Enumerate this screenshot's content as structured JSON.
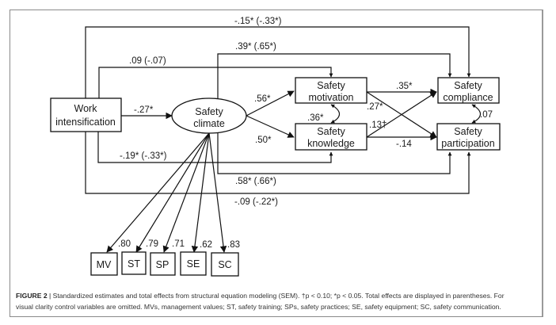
{
  "figure": {
    "nodes": {
      "work_intensification": [
        "Work",
        "intensification"
      ],
      "safety_climate": [
        "Safety",
        "climate"
      ],
      "safety_motivation": [
        "Safety",
        "motivation"
      ],
      "safety_knowledge": [
        "Safety",
        "knowledge"
      ],
      "safety_compliance": [
        "Safety",
        "compliance"
      ],
      "safety_participation": [
        "Safety",
        "participation"
      ],
      "indicators": [
        "MV",
        "ST",
        "SP",
        "SE",
        "SC"
      ]
    },
    "paths": {
      "wi_to_compliance": "-.15* (-.33*)",
      "climate_to_compliance": ".39* (.65*)",
      "wi_to_motivation": ".09 (-.07)",
      "wi_to_climate": "-.27*",
      "climate_to_motivation": ".56*",
      "climate_to_knowledge": ".50*",
      "wi_to_knowledge": "-.19* (-.33*)",
      "climate_to_participation": ".58* (.66*)",
      "wi_to_participation": "-.09 (-.22*)",
      "motivation_to_compliance": ".35*",
      "motivation_to_participation": ".27*",
      "knowledge_to_compliance": ".13†",
      "knowledge_to_participation": "-.14",
      "motivation_knowledge_cov": ".36*",
      "compliance_participation_cov": ".07"
    },
    "loadings": [
      ".80",
      ".79",
      ".71",
      ".62",
      ".83"
    ]
  },
  "caption": {
    "label": "FIGURE 2",
    "separator": "|",
    "text_line1": " Standardized estimates and total effects from structural equation modeling (SEM). †p < 0.10; *p < 0.05. Total effects are displayed in parentheses. For",
    "text_line2": "visual clarity control variables are omitted. MVs, management values; ST, safety training; SPs, safety practices; SE, safety equipment; SC, safety communication."
  }
}
